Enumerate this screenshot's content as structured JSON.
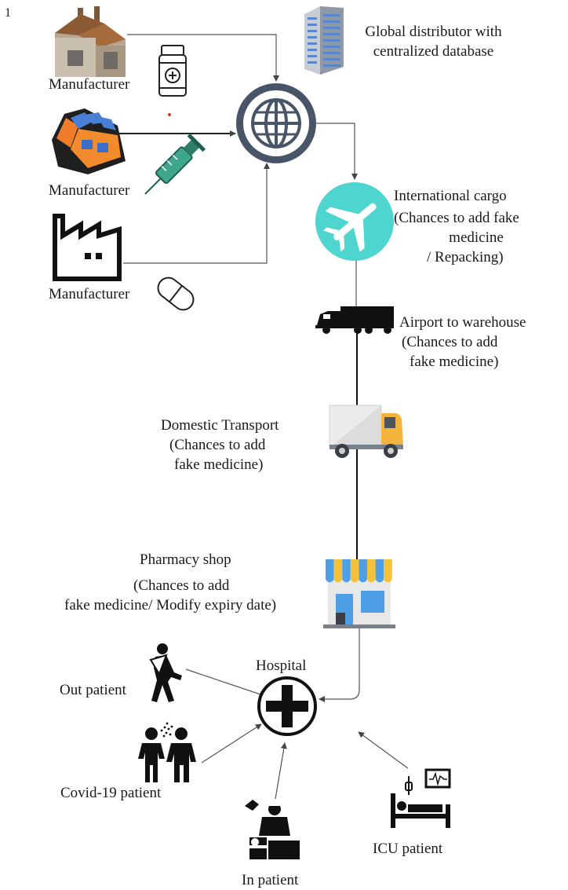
{
  "figure_number": "1",
  "labels": {
    "manufacturer_1": "Manufacturer",
    "manufacturer_2": "Manufacturer",
    "manufacturer_3": "Manufacturer",
    "distributor_line1": "Global distributor with",
    "distributor_line2": "centralized database",
    "cargo_line1": "International cargo",
    "cargo_line2": "(Chances to add fake",
    "cargo_line3": "medicine",
    "cargo_line4": "/ Repacking)",
    "airport_line1": "Airport to warehouse",
    "airport_line2": "(Chances to add",
    "airport_line3": "fake medicine)",
    "domestic_line1": "Domestic Transport",
    "domestic_line2": "(Chances to add",
    "domestic_line3": "fake medicine)",
    "pharmacy_line1": "Pharmacy shop",
    "pharmacy_line2": "(Chances to add",
    "pharmacy_line3": "fake medicine/ Modify expiry date)",
    "hospital": "Hospital",
    "out_patient": "Out patient",
    "covid_patient": "Covid-19 patient",
    "in_patient": "In patient",
    "icu_patient": "ICU patient"
  },
  "icons": {
    "manufacturer_1": "house-factory-icon",
    "manufacturer_2": "colorful-factory-icon",
    "manufacturer_3": "factory-outline-icon",
    "med_bottle": "medicine-bottle-icon",
    "syringe": "syringe-icon",
    "pill": "capsule-icon",
    "hub": "globe-icon",
    "distributor": "database-building-icon",
    "cargo": "airplane-icon",
    "airport_truck": "truck-icon",
    "domestic_truck": "delivery-truck-icon",
    "pharmacy": "shop-icon",
    "hospital": "medical-cross-icon",
    "out_patient": "injured-person-icon",
    "covid_patient": "sneezing-people-icon",
    "in_patient": "doctor-patient-icon",
    "icu_patient": "icu-bed-icon"
  },
  "colors": {
    "globe": "#485468",
    "cargo_circle": "#4fd5cf",
    "syringe": "#3fa58c",
    "awning_blue": "#4e9fe6",
    "awning_yellow": "#f3c13a",
    "truck_yellow": "#f3b33c",
    "line": "#444444"
  }
}
